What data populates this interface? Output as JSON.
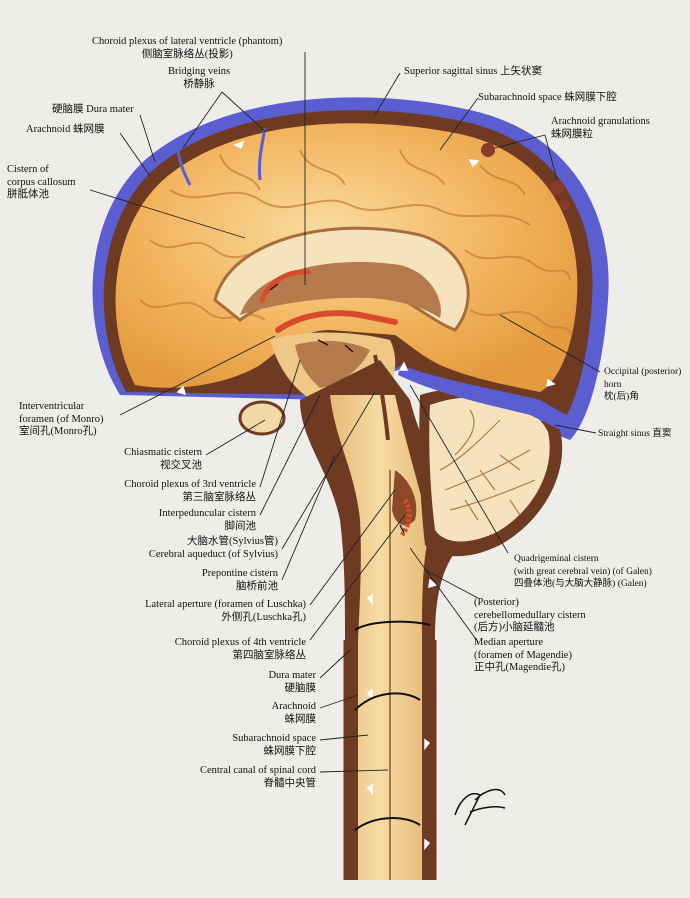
{
  "labels": {
    "choroid_lateral": [
      "Choroid plexus of lateral ventricle (phantom)",
      "侧脑室脉络丛(投影)"
    ],
    "bridging_veins": [
      "Bridging veins",
      "桥静脉"
    ],
    "superior_sagittal": [
      "Superior sagittal sinus 上矢状窦"
    ],
    "dura_mater_top": [
      "硬脑膜 Dura mater"
    ],
    "subarachnoid_top": [
      "Subarachnoid space 蛛网膜下腔"
    ],
    "arachnoid_top": [
      "Arachnoid 蛛网膜"
    ],
    "arachnoid_granulations": [
      "Arachnoid granulations",
      "蛛网膜粒"
    ],
    "cistern_corpus": [
      "Cistern of",
      "corpus callosum",
      "胼胝体池"
    ],
    "occipital_horn": [
      "Occipital (posterior)",
      "horn",
      "枕(后)角"
    ],
    "interventricular": [
      "Interventricular",
      "foramen (of Monro)",
      "室间孔(Monro孔)"
    ],
    "straight_sinus": [
      "Straight sinus 直窦"
    ],
    "chiasmatic": [
      "Chiasmatic cistern",
      "视交叉池"
    ],
    "choroid_3rd": [
      "Choroid plexus of 3rd ventricle",
      "第三脑室脉络丛"
    ],
    "interpeduncular": [
      "Interpeduncular cistern",
      "脚间池"
    ],
    "aqueduct": [
      "大脑水管(Sylvius管)",
      "Cerebral aqueduct (of Sylvius)"
    ],
    "prepontine": [
      "Prepontine cistern",
      "脑桥前池"
    ],
    "quadrigeminal": [
      "Quadrigeminal cistern",
      "(with great cerebral vein) (of Galen)",
      "四叠体池(与大脑大静脉) (Galen)"
    ],
    "posterior_cerebello": [
      "(Posterior)",
      "cerebellomedullary cistern",
      "(后方)小脑延髓池"
    ],
    "lateral_aperture": [
      "Lateral aperture (foramen of Luschka)",
      "外侧孔(Luschka孔)"
    ],
    "median_aperture": [
      "Median aperture",
      "(foramen of Magendie)",
      "正中孔(Magendie孔)"
    ],
    "choroid_4th": [
      "Choroid plexus of 4th ventricle",
      "第四脑室脉络丛"
    ],
    "dura_mater_spinal": [
      "Dura mater",
      "硬脑膜"
    ],
    "arachnoid_spinal": [
      "Arachnoid",
      "蛛网膜"
    ],
    "subarachnoid_spinal": [
      "Subarachnoid space",
      "蛛网膜下腔"
    ],
    "central_canal": [
      "Central canal of spinal cord",
      "脊髓中央管"
    ]
  },
  "colors": {
    "background": "#efede9",
    "dura": "#5b5ed0",
    "membrane": "#6e3a22",
    "csf": "#b57a4b",
    "brain": "#f2b35c",
    "brain_light": "#f8d69a",
    "cord": "#f1ce8e",
    "plexus": "#d94a2a",
    "leader": "#222222"
  }
}
